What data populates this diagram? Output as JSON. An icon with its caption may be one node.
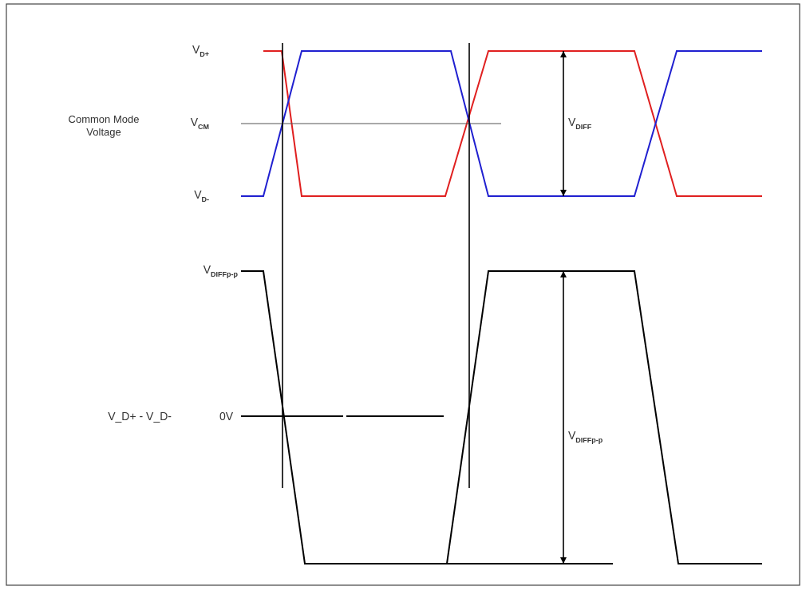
{
  "diagram": {
    "labels": [
      "V$_{D+}$",
      "Common Mode Voltage",
      "V$_{CM}$",
      "V$_{DIFF}$",
      "V$_{D-}$",
      "V$_{DIFFp-p}$",
      "V_D+ - V_D-",
      "0V",
      "V$_{DIFFp-p}$"
    ]
  }
}
